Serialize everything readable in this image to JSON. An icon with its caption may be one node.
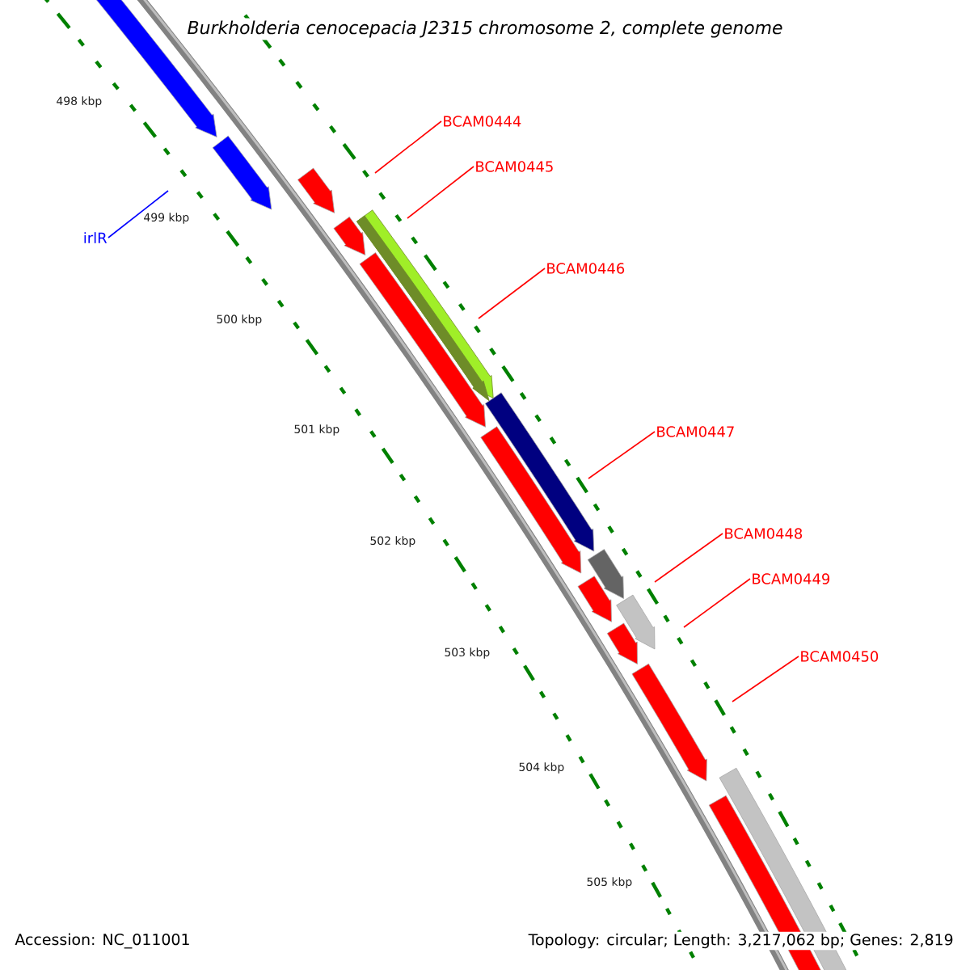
{
  "diagram": {
    "title": "Burkholderia cenocepacia J2315 chromosome 2, complete genome",
    "nodes": [
      {
        "text": [
          "BCAM0444"
        ]
      },
      {
        "text": [
          "BCAM0445"
        ]
      },
      {
        "text": [
          "irlR"
        ]
      },
      {
        "text": [
          "BCAM0446"
        ]
      },
      {
        "text": [
          "BCAM0447"
        ]
      },
      {
        "text": [
          "BCAM0448"
        ]
      },
      {
        "text": [
          "BCAM0449"
        ]
      },
      {
        "text": [
          "BCAM0450"
        ]
      }
    ],
    "edges": [
      {
        "from": 0,
        "to": null,
        "arrow": "none"
      },
      {
        "from": 1,
        "to": null,
        "arrow": "none"
      },
      {
        "from": 2,
        "to": null,
        "arrow": "none",
        "color": "#0000ff"
      },
      {
        "from": 3,
        "to": null,
        "arrow": "none"
      },
      {
        "from": 4,
        "to": null,
        "arrow": "none"
      },
      {
        "from": 5,
        "to": null,
        "arrow": "none"
      },
      {
        "from": 6,
        "to": null,
        "arrow": "none"
      },
      {
        "from": 7,
        "to": null,
        "arrow": "none"
      }
    ],
    "labels": [
      "498 kbp",
      "499 kbp",
      "500 kbp",
      "501 kbp",
      "502 kbp",
      "503 kbp",
      "504 kbp",
      "505 kbp",
      "Accession: NC_011001",
      "Topology: circular; Length: 3,217,062 bp; Genes: 2,819"
    ]
  }
}
